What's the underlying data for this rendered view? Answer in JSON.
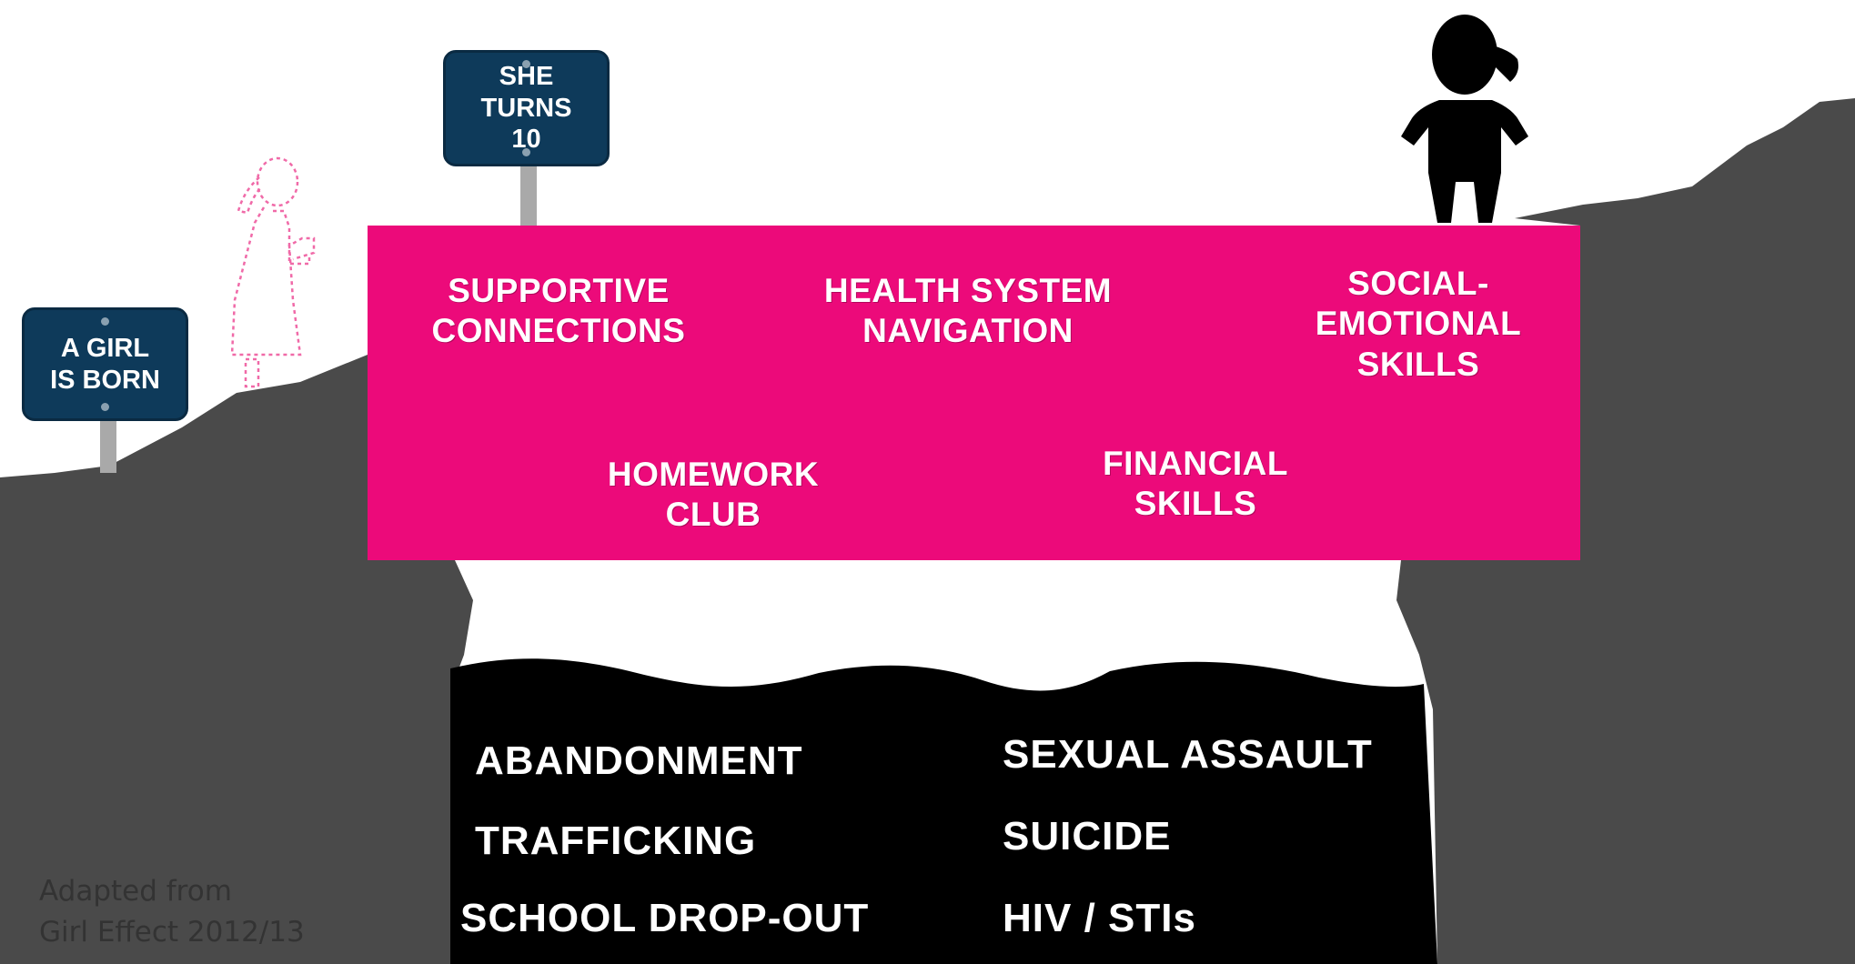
{
  "signs": {
    "born": {
      "lines": [
        "A GIRL",
        "IS BORN"
      ]
    },
    "ten": {
      "lines": [
        "SHE",
        "TURNS",
        "10"
      ]
    }
  },
  "bridge": {
    "labels": {
      "supportive": [
        "SUPPORTIVE",
        "CONNECTIONS"
      ],
      "health": [
        "HEALTH SYSTEM",
        "NAVIGATION"
      ],
      "social": [
        "SOCIAL-",
        "EMOTIONAL",
        "SKILLS"
      ],
      "homework": [
        "HOMEWORK",
        "CLUB"
      ],
      "financial": [
        "FINANCIAL",
        "SKILLS"
      ]
    }
  },
  "risks": {
    "abandonment": "ABANDONMENT",
    "sexual_assault": "SEXUAL ASSAULT",
    "trafficking": "TRAFFICKING",
    "suicide": "SUICIDE",
    "school_dropout": "SCHOOL DROP-OUT",
    "hiv": "HIV / STIs"
  },
  "attribution": {
    "line1": "Adapted from",
    "line2": "Girl Effect 2012/13"
  },
  "colors": {
    "bridge": "#ec0a7a",
    "cliff": "#4a4a4a",
    "sign": "#0e3a5a",
    "abyss": "#000000",
    "girl_outline": "#f06aa8"
  }
}
